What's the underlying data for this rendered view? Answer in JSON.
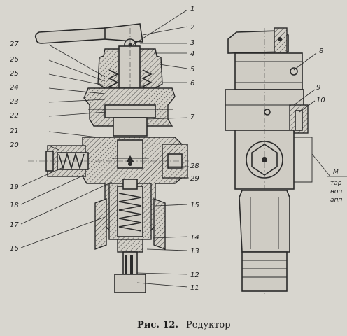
{
  "caption": {
    "prefix": "Рис. 12.",
    "title": "Редуктор"
  },
  "callouts": [
    "1",
    "2",
    "3",
    "4",
    "5",
    "6",
    "7",
    "8",
    "9",
    "10",
    "11",
    "12",
    "13",
    "14",
    "15",
    "16",
    "17",
    "18",
    "19",
    "20",
    "21",
    "22",
    "23",
    "24",
    "25",
    "26",
    "27",
    "28",
    "29"
  ],
  "cutoff_note": {
    "line1": "М",
    "line2": "тар",
    "line3": "ноп",
    "line4": "апп"
  },
  "colors": {
    "paper": "#d8d6cf",
    "ink": "#2a2a2a"
  }
}
